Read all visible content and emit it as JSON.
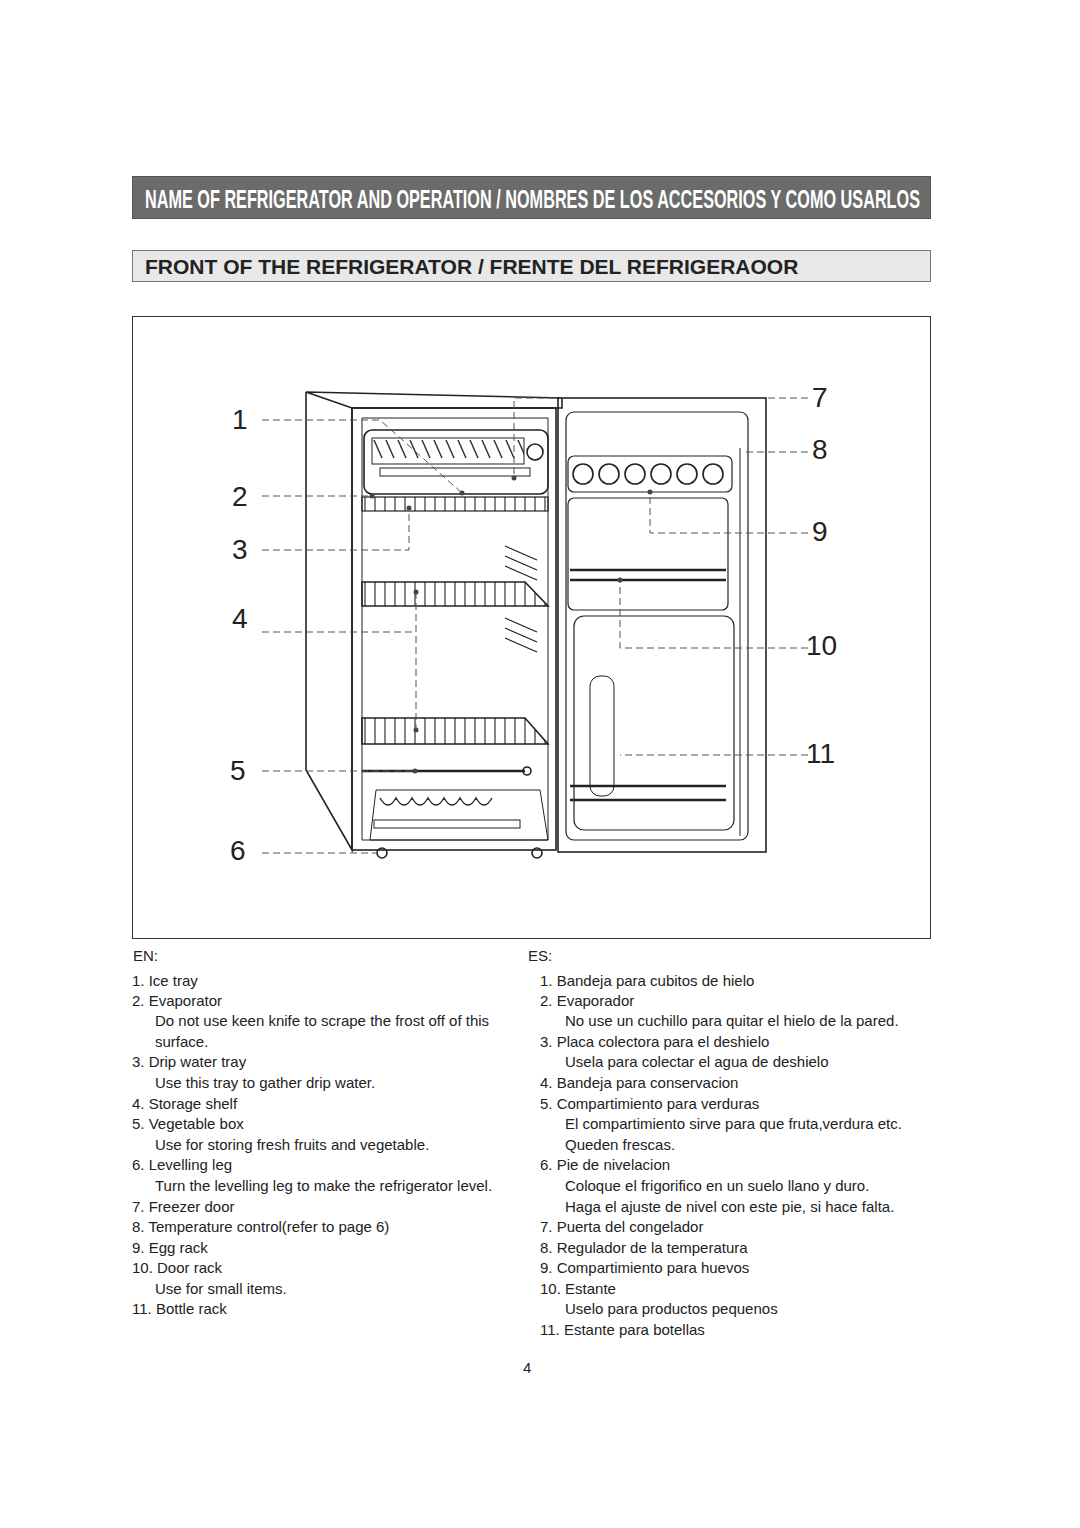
{
  "diagram": {
    "title": "NAME OF REFRIGERATOR AND OPERATION / NOMBRES DE LOS ACCESORIOS Y COMO USARLOS",
    "nodes": [
      {
        "text": [
          "FRONT OF THE REFRIGERATOR / FRENTE DEL REFRIGERAOOR"
        ]
      }
    ],
    "labels": [
      "1",
      "2",
      "3",
      "4",
      "5",
      "6",
      "7",
      "8",
      "9",
      "10",
      "11",
      "EN:",
      "ES:",
      "1. Ice tray",
      "2. Evaporator",
      "Do not use keen knife to scrape the frost off of this surface.",
      "3. Drip water tray",
      "Use this tray to gather drip water.",
      "4. Storage shelf",
      "5. Vegetable box",
      "Use for storing fresh fruits and vegetable.",
      "6. Levelling leg",
      "Turn the levelling leg to make  the refrigerator level.",
      "7. Freezer door",
      "8. Temperature control(refer to page 6)",
      "9. Egg rack",
      "10. Door rack",
      "Use for small items.",
      "11. Bottle rack",
      "1. Bandeja para cubitos de hielo",
      "2. Evaporador",
      "No use un cuchillo para quitar el hielo de la pared.",
      "3. Placa colectora para el deshielo",
      "Usela para colectar el agua de deshielo",
      "4. Bandeja para conservacion",
      "5. Compartimiento para verduras",
      "El compartimiento sirve para que fruta,verdura etc. Queden frescas.",
      "6. Pie de nivelacion",
      "Coloque el frigorifico en un suelo llano y duro.",
      "Haga el ajuste de nivel con este pie, si hace falta.",
      "7. Puerta del congelador",
      "8. Regulador de la temperatura",
      "9. Compartimiento para huevos",
      "10. Estante",
      "Uselo para productos pequenos",
      "11. Estante para botellas",
      "4"
    ]
  }
}
